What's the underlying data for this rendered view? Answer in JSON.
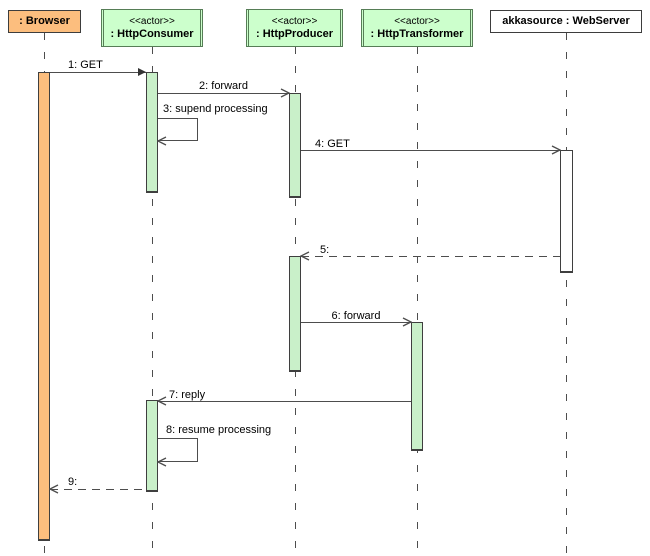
{
  "participants": {
    "browser": {
      "name": ": Browser"
    },
    "consumer": {
      "stereotype": "<<actor>>",
      "name": ": HttpConsumer"
    },
    "producer": {
      "stereotype": "<<actor>>",
      "name": ": HttpProducer"
    },
    "transformer": {
      "stereotype": "<<actor>>",
      "name": ": HttpTransformer"
    },
    "webserver": {
      "name": "akkasource : WebServer"
    }
  },
  "messages": {
    "m1": {
      "label": "1: GET",
      "from": "browser",
      "to": "consumer",
      "line": "solid",
      "arrowhead": "filled"
    },
    "m2": {
      "label": "2: forward",
      "from": "consumer",
      "to": "producer",
      "line": "solid",
      "arrowhead": "open"
    },
    "m3": {
      "label": "3: supend processing",
      "from": "consumer",
      "to": "consumer",
      "line": "self",
      "arrowhead": "open"
    },
    "m4": {
      "label": "4: GET",
      "from": "producer",
      "to": "webserver",
      "line": "solid",
      "arrowhead": "open"
    },
    "m5": {
      "label": "5:",
      "from": "webserver",
      "to": "producer",
      "line": "dashed",
      "arrowhead": "open"
    },
    "m6": {
      "label": "6: forward",
      "from": "producer",
      "to": "transformer",
      "line": "solid",
      "arrowhead": "open"
    },
    "m7": {
      "label": "7: reply",
      "from": "transformer",
      "to": "consumer",
      "line": "solid",
      "arrowhead": "open"
    },
    "m8": {
      "label": "8: resume processing",
      "from": "consumer",
      "to": "consumer",
      "line": "self",
      "arrowhead": "open"
    },
    "m9": {
      "label": "9:",
      "from": "consumer",
      "to": "browser",
      "line": "dashed",
      "arrowhead": "open"
    }
  },
  "colors": {
    "actor_fill": "#ccffcc",
    "actor_border": "#567d56",
    "browser_fill": "#fcbe7e",
    "activation_fill": "#c9f0c9",
    "webserver_fill": "#ffffff",
    "line": "#4d4d4d",
    "background": "#ffffff"
  }
}
